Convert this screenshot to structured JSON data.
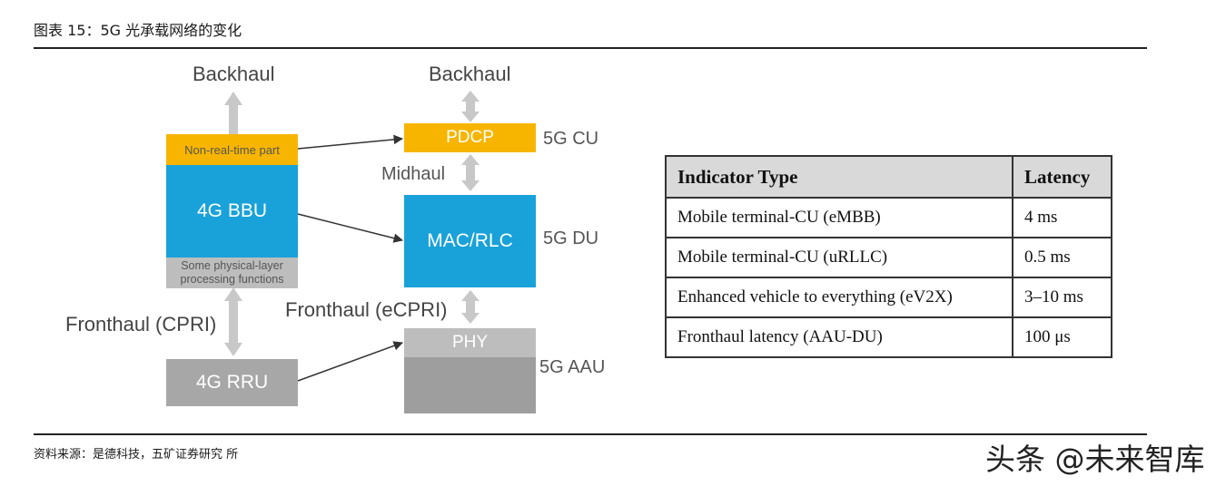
{
  "figure_title": "图表 15：5G 光承载网络的变化",
  "source_note": "资料来源：是德科技，五矿证券研究 所",
  "watermark": "头条 @未来智库",
  "diagram": {
    "left": {
      "backhaul_label": "Backhaul",
      "non_realtime_label": "Non-real-time part",
      "bbu_label": "4G BBU",
      "physical_layer_label": "Some physical-layer\nprocessing functions",
      "fronthaul_label": "Fronthaul (CPRI)",
      "rru_label": "4G RRU"
    },
    "right": {
      "backhaul_label": "Backhaul",
      "pdcp_label": "PDCP",
      "cu_label": "5G CU",
      "midhaul_label": "Midhaul",
      "mac_label": "MAC/RLC",
      "du_label": "5G DU",
      "fronthaul_label": "Fronthaul (eCPRI)",
      "phy_label": "PHY",
      "aau_label": "5G AAU"
    },
    "colors": {
      "yellow": "#f7b500",
      "blue": "#19a2d9",
      "gray": "#a7a7a7",
      "arrow_gray": "#c8c8c8"
    }
  },
  "latency_table": {
    "headers": [
      "Indicator Type",
      "Latency"
    ],
    "rows": [
      [
        "Mobile terminal-CU (eMBB)",
        "4 ms"
      ],
      [
        "Mobile terminal-CU (uRLLC)",
        "0.5 ms"
      ],
      [
        "Enhanced vehicle to everything (eV2X)",
        "3–10 ms"
      ],
      [
        "Fronthaul latency (AAU-DU)",
        "100 μs"
      ]
    ]
  }
}
